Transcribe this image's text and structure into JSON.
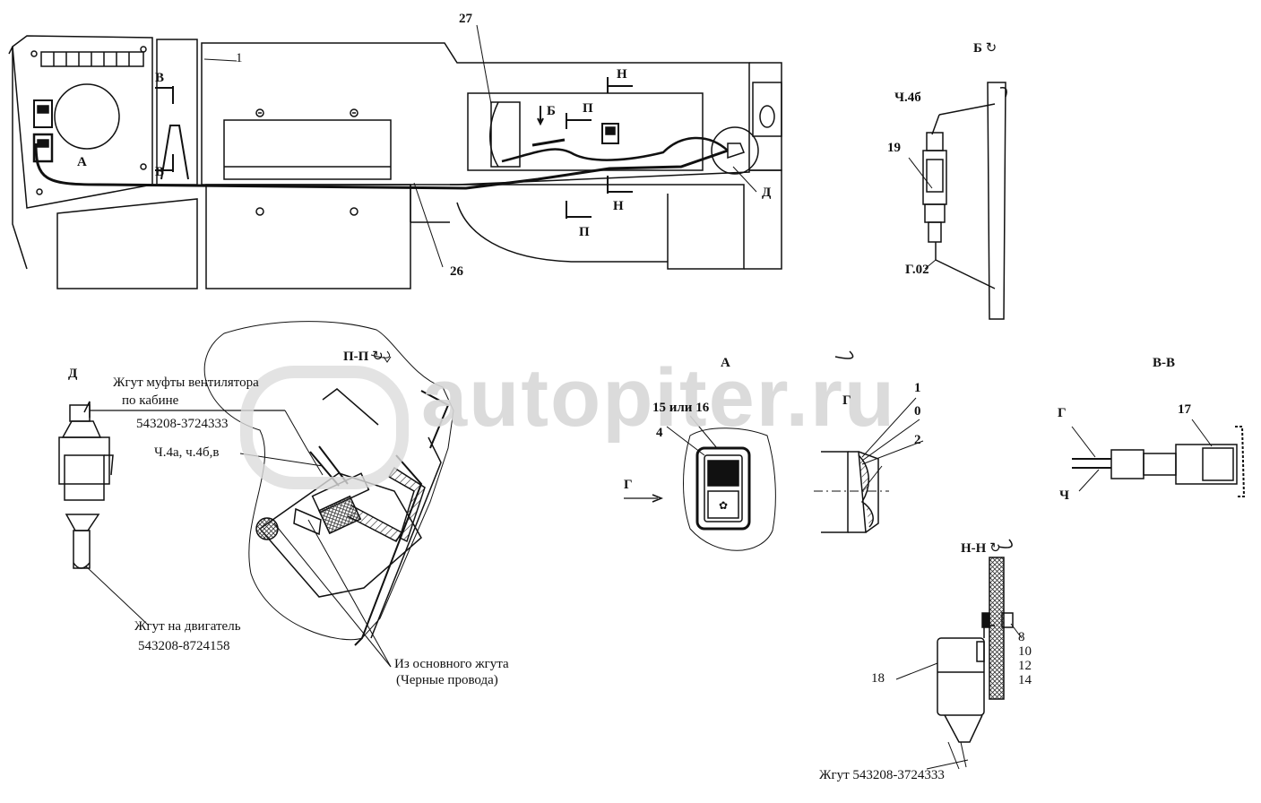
{
  "watermark": "autopiter.ru",
  "views": {
    "b_title": "Б",
    "pp_title": "П-П",
    "a_title": "А",
    "vv_title": "В-В",
    "nn_title": "Н-Н",
    "d_title": "Д"
  },
  "main_view": {
    "callout_1": "1",
    "callout_27": "27",
    "callout_26": "26",
    "sec_v_top": "В",
    "sec_v_bottom": "В",
    "sec_a": "А",
    "sec_b": "Б",
    "sec_p_top": "П",
    "sec_p_bottom": "П",
    "sec_n_top": "Н",
    "sec_n_bottom": "Н",
    "sec_d": "Д"
  },
  "view_b": {
    "wire_top": "Ч.4б",
    "part_19": "19",
    "wire_bottom": "Г.02"
  },
  "view_d": {
    "harness_fan_line1": "Жгут муфты вентилятора",
    "harness_fan_line2": "по кабине",
    "harness_fan_code": "543208-3724333",
    "wires": "Ч.4а, ч.4б,в",
    "harness_engine_line1": "Жгут на двигатель",
    "harness_engine_code": "543208-8724158",
    "main_harness_line1": "Из основного жгута",
    "main_harness_line2": "(Черные провода)"
  },
  "view_a": {
    "part_15_16": "15 или 16",
    "part_4": "4",
    "arrow_g": "Г"
  },
  "view_g": {
    "title": "Г",
    "pos_1": "1",
    "pos_0": "0",
    "pos_2": "2"
  },
  "view_vv": {
    "wire_g": "Г",
    "wire_ch": "Ч",
    "part_17": "17"
  },
  "view_nn": {
    "part_18": "18",
    "part_8": "8",
    "part_10": "10",
    "part_12": "12",
    "part_14": "14",
    "harness": "Жгут 543208-3724333"
  }
}
